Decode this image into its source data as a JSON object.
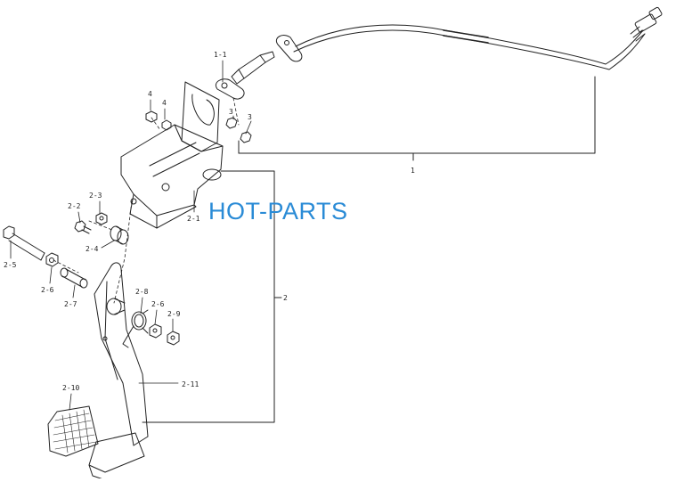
{
  "watermark": "HOT-PARTS",
  "colors": {
    "line": "#222222",
    "watermark": "#2a8bd6"
  },
  "labels": {
    "p1": "1",
    "p1_1": "1-1",
    "p2": "2",
    "p2_1": "2-1",
    "p2_2": "2-2",
    "p2_3": "2-3",
    "p2_4": "2-4",
    "p2_5": "2-5",
    "p2_6a": "2-6",
    "p2_6b": "2-6",
    "p2_7": "2-7",
    "p2_8": "2-8",
    "p2_9": "2-9",
    "p2_10": "2-10",
    "p2_11": "2-11",
    "p3a": "3",
    "p3b": "3",
    "p4a": "4",
    "p4b": "4"
  }
}
